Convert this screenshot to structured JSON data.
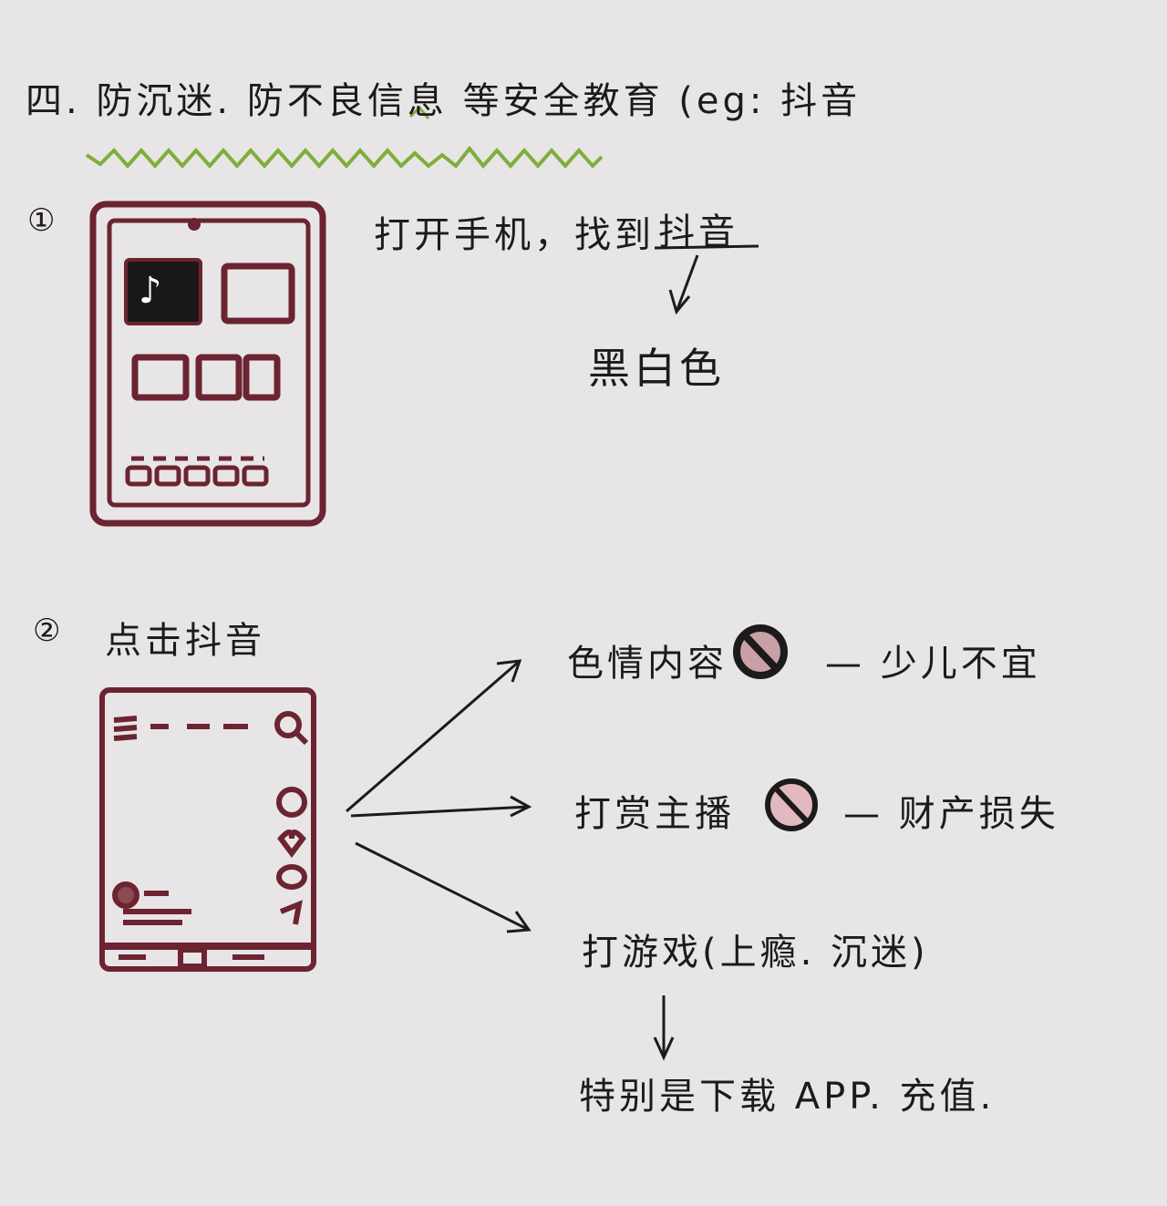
{
  "title": "四. 防沉迷. 防不良信息 等安全教育 (eg: 抖音",
  "step1": {
    "number": "①",
    "instruction": "打开手机，找到",
    "app_name": "抖音",
    "result": "黑白色",
    "app_icon_glyph": "♪"
  },
  "step2": {
    "number": "②",
    "instruction": "点击抖音",
    "branches": [
      {
        "label": "色情内容",
        "icon": "prohibited-icon",
        "consequence": "— 少儿不宜"
      },
      {
        "label": "打赏主播",
        "icon": "prohibited-icon",
        "consequence": "— 财产损失"
      },
      {
        "label": "打游戏(上瘾. 沉迷)"
      }
    ],
    "note": "特别是下载 APP. 充值."
  },
  "colors": {
    "phone": "#6b2430",
    "underline": "#7fae3a",
    "ink": "#1c1a1b",
    "paper": "#e8e5e7"
  }
}
